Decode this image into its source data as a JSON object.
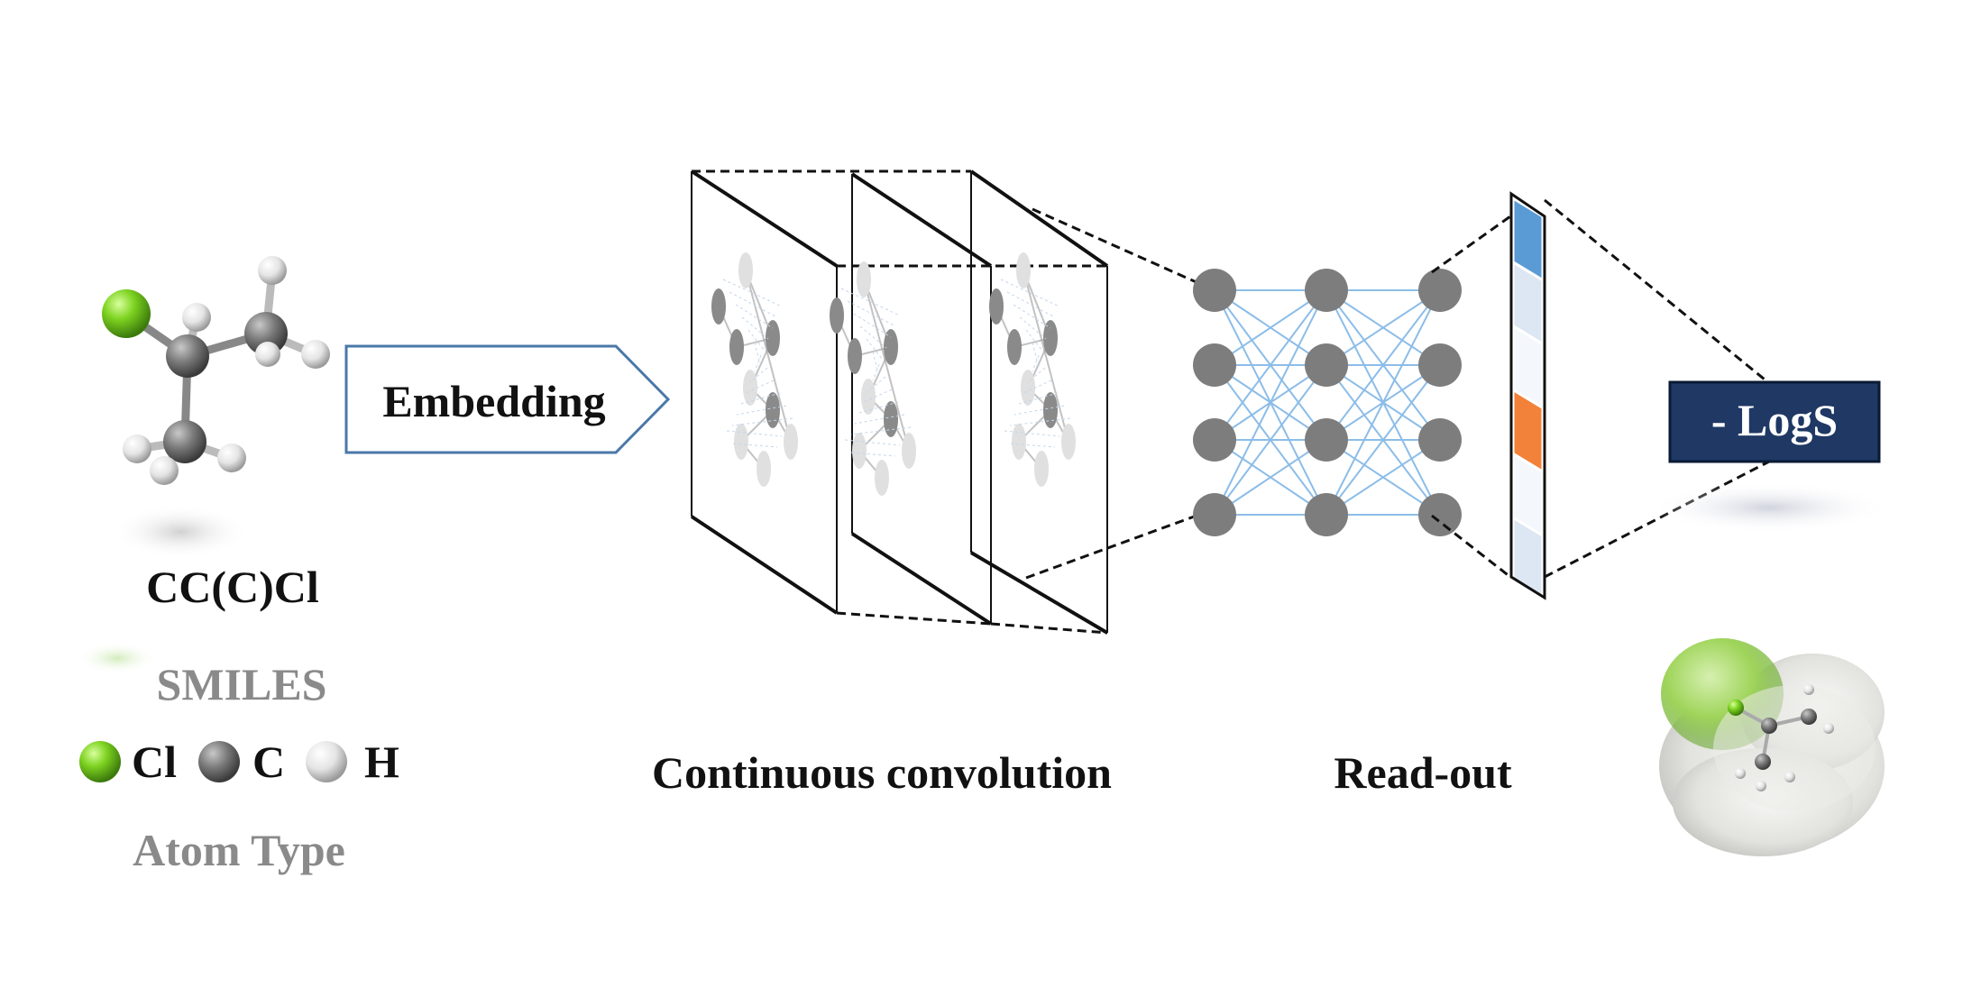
{
  "molecule": {
    "smiles": "CC(C)Cl",
    "smiles_caption": "SMILES",
    "atom_type_caption": "Atom Type"
  },
  "legend": [
    {
      "label": "Cl",
      "color": "#7ed321"
    },
    {
      "label": "C",
      "color": "#707070"
    },
    {
      "label": "H",
      "color": "#e6e6e6"
    }
  ],
  "embedding": {
    "label": "Embedding"
  },
  "convolution": {
    "caption": "Continuous convolution"
  },
  "readout": {
    "caption": "Read-out",
    "vector_cell_colors": [
      "#5b9bd5",
      "#dde7f3",
      "#f4f7fb",
      "#f2813a",
      "#f4f7fb",
      "#dde7f3"
    ]
  },
  "output": {
    "label": "- LogS",
    "box_color": "#1f3864"
  }
}
